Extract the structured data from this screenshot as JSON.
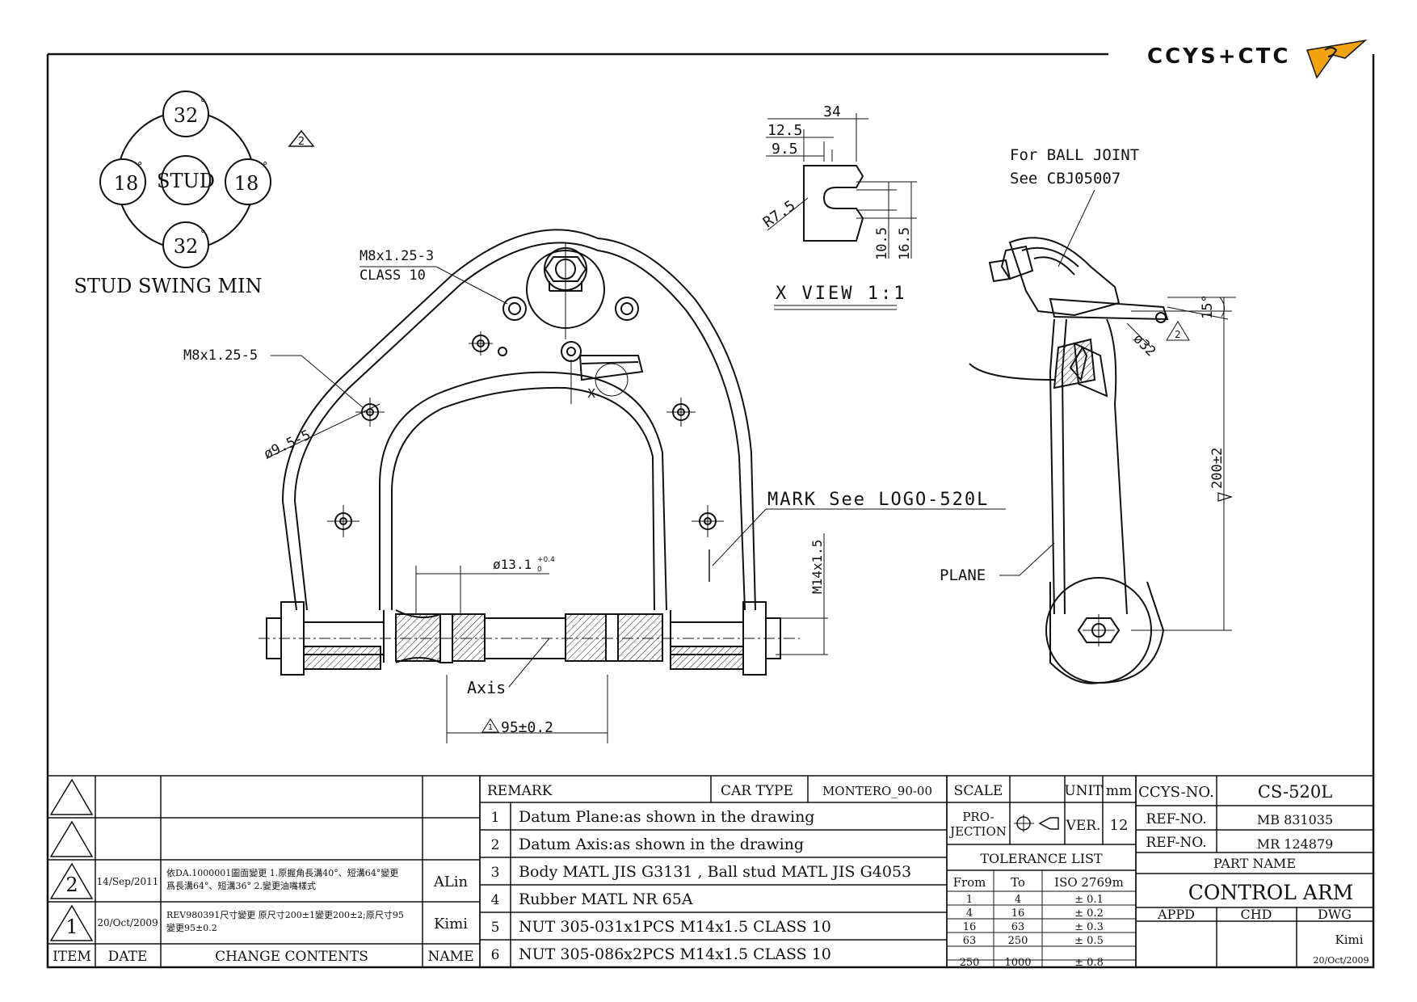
{
  "brand": {
    "logo_text": "CCYS+CTC"
  },
  "stud_swing": {
    "top": "32",
    "bottom": "32",
    "left": "18",
    "right": "18",
    "center": "STUD",
    "degree_mark": "°",
    "caption": "STUD SWING MIN",
    "rev_marker": "2"
  },
  "callouts": {
    "m8_3_line1": "M8x1.25-3",
    "m8_3_line2": "CLASS 10",
    "m8_5": "M8x1.25-5",
    "dia95": "ø9.5-5",
    "mark": "MARK See LOGO-520L",
    "dia131": "ø13.1",
    "dia131_tol_up": "+0.4",
    "dia131_tol_dn": "0",
    "m14": "M14x1.5",
    "axis": "Axis",
    "dim95": "95±0.2",
    "dim95_marker": "1",
    "x_marker": "X",
    "for_ball_joint": "For BALL JOINT",
    "see_cbj": "See CBJ05007",
    "angle15": "15°",
    "dia32": "ø32",
    "dim200": "200±2",
    "plane": "PLANE",
    "side_rev_marker": "2"
  },
  "xview": {
    "title": "X VIEW 1:1",
    "d34": "34",
    "d125": "12.5",
    "d95": "9.5",
    "r75": "R7.5",
    "d105": "10.5",
    "d165": "16.5"
  },
  "revision_table": {
    "rows": [
      {
        "mark": "",
        "date": "",
        "contents": "",
        "name": ""
      },
      {
        "mark": "",
        "date": "",
        "contents": "",
        "name": ""
      },
      {
        "mark": "2",
        "date": "14/Sep/2011",
        "contents1": "依DA.1000001圖面變更 1.原握角長溝40°、短溝64°變更",
        "contents2": "爲長溝64°、短溝36° 2.變更油嘴樣式",
        "name": "ALin"
      },
      {
        "mark": "1",
        "date": "20/Oct/2009",
        "contents1": "REV980391尺寸變更 原尺寸200±1變更200±2;原尺寸95",
        "contents2": "變更95±0.2",
        "name": "Kimi"
      }
    ],
    "headers": {
      "item": "ITEM",
      "date": "DATE",
      "contents": "CHANGE CONTENTS",
      "name": "NAME"
    }
  },
  "remarks": {
    "header": "REMARK",
    "car_type_label": "CAR TYPE",
    "car_type_value": "MONTERO_90-00",
    "items": [
      {
        "no": "1",
        "text": "Datum Plane:as shown in the drawing"
      },
      {
        "no": "2",
        "text": "Datum Axis:as shown in the drawing"
      },
      {
        "no": "3",
        "text": "Body MATL JIS G3131 , Ball stud MATL JIS G4053"
      },
      {
        "no": "4",
        "text": "Rubber MATL NR 65A"
      },
      {
        "no": "5",
        "text": "NUT 305-031x1PCS M14x1.5 CLASS 10"
      },
      {
        "no": "6",
        "text": "NUT 305-086x2PCS M14x1.5 CLASS 10"
      }
    ]
  },
  "scale_block": {
    "scale_label": "SCALE",
    "scale_value": "",
    "unit_label": "UNIT",
    "unit_value": "mm",
    "projection_line1": "PRO-",
    "projection_line2": "JECTION",
    "ver_label": "VER.",
    "ver_value": "12",
    "tolerance_title": "TOLERANCE LIST",
    "tol_headers": {
      "from": "From",
      "to": "To",
      "std": "ISO 2769m"
    },
    "tolerances": [
      {
        "from": "1",
        "to": "4",
        "tol": "± 0.1"
      },
      {
        "from": "4",
        "to": "16",
        "tol": "± 0.2"
      },
      {
        "from": "16",
        "to": "63",
        "tol": "± 0.3"
      },
      {
        "from": "63",
        "to": "250",
        "tol": "± 0.5"
      },
      {
        "from": "250",
        "to": "1000",
        "tol": "± 0.8"
      }
    ]
  },
  "title_block": {
    "ccys_label": "CCYS-NO.",
    "ccys_value": "CS-520L",
    "ref1_label": "REF-NO.",
    "ref1_value": "MB 831035",
    "ref2_label": "REF-NO.",
    "ref2_value": "MR 124879",
    "part_name_label": "PART NAME",
    "part_name": "CONTROL ARM",
    "appd": "APPD",
    "chd": "CHD",
    "dwg": "DWG",
    "dwg_by": "Kimi",
    "dwg_date": "20/Oct/2009"
  },
  "colors": {
    "ink": "#111111",
    "logo_gold": "#f2a30f",
    "paper": "#ffffff"
  }
}
